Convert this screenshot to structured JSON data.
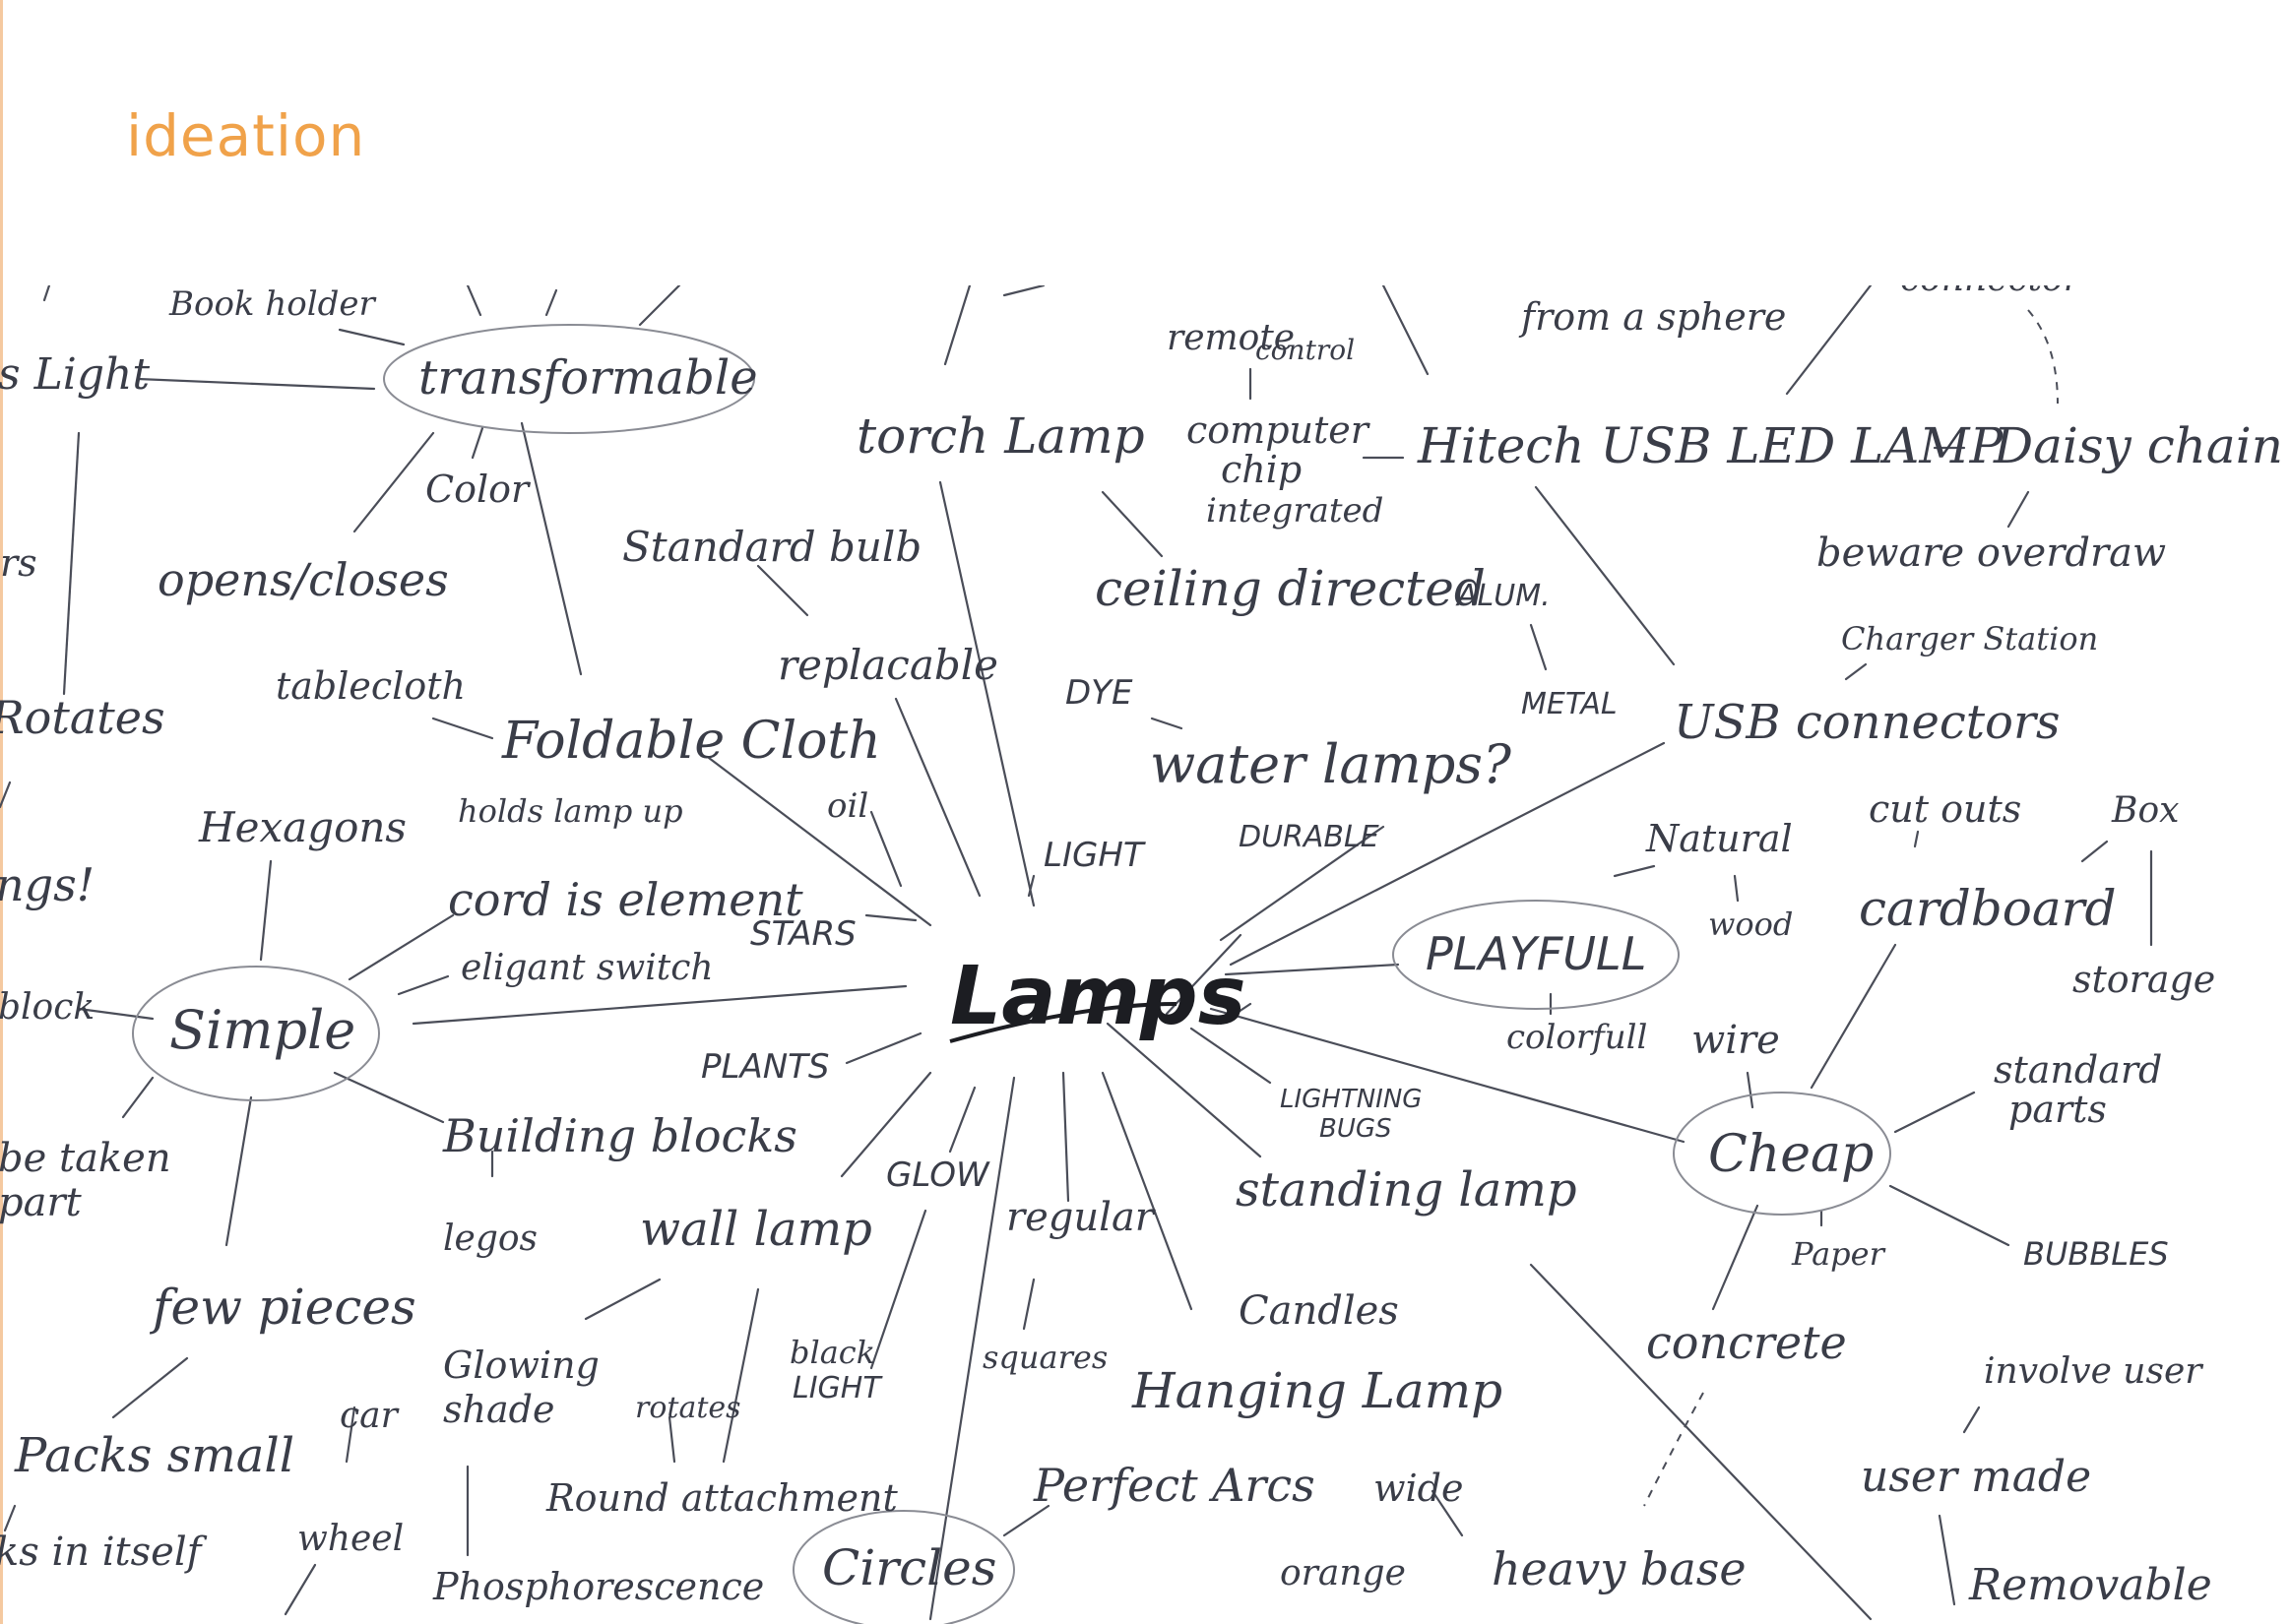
{
  "page": {
    "title": "ideation"
  },
  "mindmap": {
    "center": "Lamps",
    "hubs": {
      "transformable": "transformable",
      "simple": "Simple",
      "playfull": "PLAYFULL",
      "cheap": "Cheap",
      "circles": "Circles"
    },
    "labels": {
      "book_holder": "Book holder",
      "s_light": "s Light",
      "color": "Color",
      "opens_closes": "opens/closes",
      "rs": "rs",
      "rotates_left": "Rotates",
      "tablecloth": "tablecloth",
      "foldable_cloth": "Foldable Cloth",
      "ngs": "ngs!",
      "hexagons": "Hexagons",
      "holds_lamp_up": "holds lamp up",
      "cord_is_element": "cord is element",
      "eligant_switch": "eligant switch",
      "block": "block",
      "be_taken_apart": "be taken",
      "part": "part",
      "building_blocks": "Building blocks",
      "legos": "legos",
      "few_pieces": "few pieces",
      "packs_small": "Packs small",
      "ks_in_itself": "ks in itself",
      "car": "car",
      "wheel": "wheel",
      "torch_lamp": "torch Lamp",
      "standard_bulb": "Standard bulb",
      "replacable": "replacable",
      "oil": "oil",
      "light": "LIGHT",
      "stars": "STARS",
      "plants": "PLANTS",
      "glow": "GLOW",
      "wall_lamp": "wall lamp",
      "glowing_shade_1": "Glowing",
      "glowing_shade_2": "shade",
      "rotates": "rotates",
      "round_attachment": "Round attachment",
      "phosphorescence": "Phosphorescence",
      "black_light_1": "black",
      "black_light_2": "LIGHT",
      "regular": "regular",
      "squares": "squares",
      "remote": "remote",
      "control": "control",
      "computer": "computer",
      "chip": "chip",
      "integrated": "integrated",
      "hitech_usb": "Hitech USB LED LAMP",
      "from_a_sphere": "from a sphere",
      "connector": "connector",
      "daisy_chain": "Daisy chain",
      "beware_overdraw": "beware overdraw",
      "charger_station": "Charger Station",
      "usb_connectors": "USB connectors",
      "ceiling_directed": "ceiling directed",
      "alum": "ALUM.",
      "metal": "METAL",
      "dye": "DYE",
      "water_lamps": "water lamps?",
      "durable": "DURABLE",
      "natural": "Natural",
      "wood": "wood",
      "colorfull": "colorfull",
      "cut_outs": "cut outs",
      "box": "Box",
      "cardboard": "cardboard",
      "storage": "storage",
      "wire": "wire",
      "standard_parts_1": "standard",
      "standard_parts_2": "parts",
      "paper": "Paper",
      "bubbles": "BUBBLES",
      "lightning_bugs_1": "LIGHTNING",
      "lightning_bugs_2": "BUGS",
      "standing_lamp": "standing lamp",
      "candles": "Candles",
      "hanging_lamp": "Hanging Lamp",
      "concrete": "concrete",
      "perfect_arcs": "Perfect Arcs",
      "wide": "wide",
      "orange": "orange",
      "heavy_base": "heavy base",
      "involve_user": "involve user",
      "user_made": "user made",
      "removable": "Removable"
    }
  }
}
